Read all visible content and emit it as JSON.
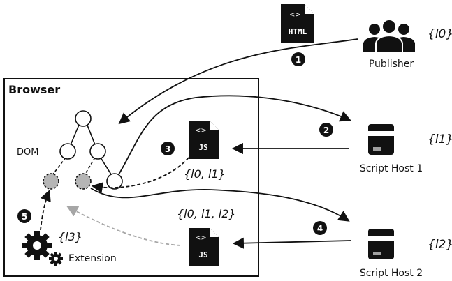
{
  "browser": {
    "title": "Browser",
    "dom_label": "DOM",
    "extension": {
      "label": "Extension",
      "label_set": "{l3}"
    },
    "script_label_set_1": "{l0, l1}",
    "script_label_set_2": "{l0, l1, l2}"
  },
  "publisher": {
    "label": "Publisher",
    "label_set": "{l0}"
  },
  "hosts": [
    {
      "label": "Script Host 1",
      "label_set": "{l1}"
    },
    {
      "label": "Script Host 2",
      "label_set": "{l2}"
    }
  ],
  "steps": [
    "1",
    "2",
    "3",
    "4",
    "5"
  ],
  "file_icons": {
    "html": "HTML",
    "js": "JS"
  },
  "colors": {
    "ink": "#111111",
    "gray_arrow": "#a6a6a6",
    "node_fill_gray": "#b5b5b5",
    "card_stripe": "#a0a0a0"
  }
}
